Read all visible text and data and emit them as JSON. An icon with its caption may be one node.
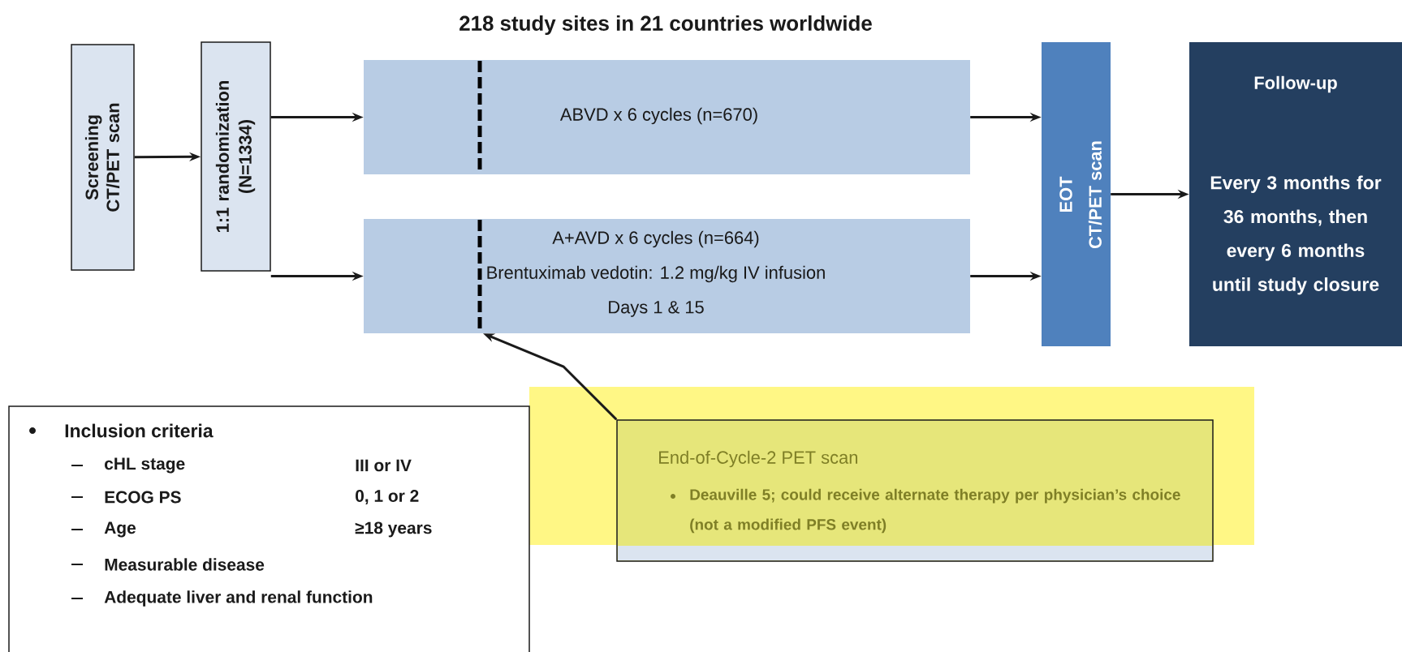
{
  "diagram": {
    "title": "218 study sites in 21 countries worldwide",
    "nodes": [
      {
        "text": [
          "Screening CT/PET scan"
        ]
      },
      {
        "text": [
          "1:1 randomization (N=1334)"
        ]
      },
      {
        "text": [
          "ABVD x 6 cycles (n=670)"
        ]
      },
      {
        "text": [
          "A+AVD x 6 cycles (n=664)",
          "Brentuximab vedotin: 1.2 mg/kg IV infusion",
          "Days 1 & 15"
        ]
      },
      {
        "text": [
          "EOT",
          "CT/PET scan"
        ]
      },
      {
        "text": [
          "Follow-up",
          "Every 3 months for 36 months, then every 6 months until study closure"
        ]
      },
      {
        "text": [
          "Inclusion criteria",
          "cHL stage",
          "III or IV",
          "ECOG PS",
          "0, 1 or 2",
          "Age",
          "≥18 years",
          "Measurable disease",
          "Adequate liver and renal function"
        ]
      },
      {
        "text": [
          "End-of-Cycle-2 PET scan",
          "Deauville 5; could receive alternate therapy per physician’s choice (not a modified PFS event)"
        ]
      }
    ],
    "edges": [
      {
        "from": 0,
        "to": 1,
        "arrow": "to"
      },
      {
        "from": 1,
        "to": 2,
        "arrow": "to"
      },
      {
        "from": 1,
        "to": 3,
        "arrow": "to"
      },
      {
        "from": 2,
        "to": 4,
        "arrow": "to"
      },
      {
        "from": 3,
        "to": 4,
        "arrow": "to"
      },
      {
        "from": 4,
        "to": 5,
        "arrow": "to"
      },
      {
        "from": 7,
        "to": 3,
        "arrow": "to"
      }
    ]
  }
}
